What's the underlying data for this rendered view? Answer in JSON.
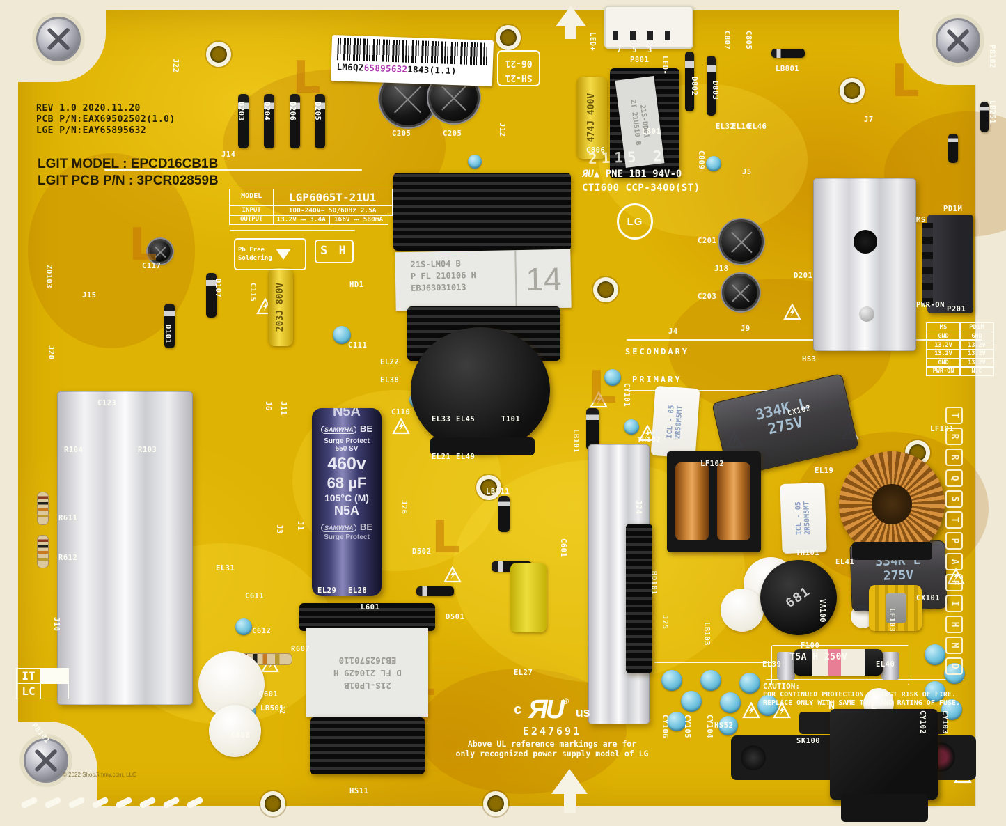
{
  "board": {
    "info_lines": [
      "REV 1.0    2020.11.20",
      "PCB P/N:EAX69502502(1.0)",
      "LGE P/N:EAY65895632"
    ],
    "lgit_lines": [
      "LGIT MODEL : EPCD16CB1B",
      "LGIT PCB P/N : 3PCR02859B"
    ],
    "model_table": {
      "model_key": "MODEL",
      "model": "LGP6065T-21U1",
      "input_key": "INPUT",
      "input": "100-240V~ 50/60Hz 2.5A",
      "output_key": "OUTPUT",
      "output_a": "13.2V ⎓ 3.4A",
      "output_b": "166V ⎓ 580mA"
    },
    "pbfree": {
      "l1": "Pb Free",
      "l2": "Soldering"
    },
    "sh_mark": "S H",
    "barcode": {
      "prefix": "LM6QZ",
      "serial": "65895632",
      "suffix": "1843(1.1)"
    },
    "date_code": {
      "l1": "SH-21",
      "l2": "06-21"
    },
    "stamp": "2115  2",
    "flame_rating": "PNE 1B1 94V-0",
    "cti": "CTI600 CCP-3400(ST)",
    "sections": {
      "secondary": "SECONDARY",
      "primary": "PRIMARY"
    },
    "ul": {
      "c": "c",
      "mark": "ЯU",
      "reg": "®",
      "us": "us",
      "file": "E247691",
      "note1": "Above UL reference markings are for",
      "note2": "only recognized power supply model of LG"
    },
    "caution": [
      "CAUTION:",
      "FOR CONTINUED PROTECTION AGAINST RISK OF FIRE.",
      "REPLACE ONLY WITH SAME TYPE AND RATING OF FUSE."
    ],
    "fuse": {
      "ref": "F100",
      "rating": "T5A H 250V"
    },
    "ac": {
      "n": "N",
      "l": "L"
    },
    "pin_table": {
      "headers": [
        "MS",
        "PD1M"
      ],
      "rows": [
        [
          "GND",
          "GND"
        ],
        [
          "13.2V",
          "13.2V"
        ],
        [
          "13.2V",
          "13.2V"
        ],
        [
          "GND",
          "13.2V"
        ],
        [
          "PWR-ON",
          "N.C"
        ]
      ]
    },
    "itlc": {
      "l1": "IT",
      "l2": "LC"
    },
    "edge_letters": [
      "T",
      "R",
      "R",
      "Q",
      "S",
      "T",
      "P",
      "A",
      "F",
      "I",
      "H",
      "M",
      "D"
    ],
    "watermark": "© 2022 ShopJimmy.com, LLC",
    "main_cap": {
      "top_code": "N5A",
      "brand": "SAMWHA",
      "grade": "BE",
      "l1": "Surge Protect",
      "l2": "550 SV",
      "v": "460v",
      "uf": "68 µF",
      "temp": "105°C (M)",
      "code": "N5A"
    },
    "t101_label": {
      "l1": "21S-LM04 B",
      "l2": "P FL 210106 H",
      "l3": "EBJ63031013",
      "num": "14"
    },
    "l601_label": {
      "l1": "21S-LP01B",
      "l2": "D FL 210429 H",
      "l3": "EBJ62570110"
    },
    "l801_label": {
      "l1": "21S-DD01",
      "l2": "ZT 21U510 B"
    },
    "cx_text": {
      "l1": "334K L",
      "l2": "275V"
    },
    "th_text": {
      "l1": "ICL - 05",
      "l2": "2R50M5MT"
    },
    "c115_text": {
      "l1": "203J",
      "l2": "800V"
    },
    "c806_text": {
      "l1": "474J",
      "l2": "400V"
    },
    "va100": "681",
    "lg": "LG",
    "copper_letter": "L"
  },
  "refdes": [
    [
      "J22",
      258,
      84,
      90
    ],
    [
      "J14",
      318,
      216,
      0
    ],
    [
      "D203",
      352,
      146,
      90
    ],
    [
      "D204",
      389,
      146,
      90
    ],
    [
      "D206",
      426,
      146,
      90
    ],
    [
      "D205",
      462,
      146,
      90
    ],
    [
      "C205",
      563,
      186,
      0
    ],
    [
      "C205",
      636,
      186,
      0
    ],
    [
      "J12",
      727,
      176,
      90
    ],
    [
      "HD1",
      502,
      403,
      0
    ],
    [
      "C117",
      204,
      376,
      0
    ],
    [
      "ZD103",
      76,
      380,
      90
    ],
    [
      "J15",
      118,
      418,
      0
    ],
    [
      "D107",
      319,
      400,
      90
    ],
    [
      "C115",
      369,
      406,
      90
    ],
    [
      "J20",
      79,
      496,
      90
    ],
    [
      "D101",
      247,
      466,
      90
    ],
    [
      "C111",
      500,
      490,
      0
    ],
    [
      "EL22",
      546,
      514,
      0
    ],
    [
      "EL38",
      546,
      540,
      0
    ],
    [
      "C123",
      140,
      573,
      0
    ],
    [
      "J6",
      391,
      576,
      90
    ],
    [
      "J11",
      413,
      576,
      90
    ],
    [
      "R104",
      92,
      640,
      0
    ],
    [
      "R103",
      198,
      640,
      0
    ],
    [
      "C110",
      562,
      586,
      0
    ],
    [
      "EL33",
      620,
      596,
      0
    ],
    [
      "EL45",
      655,
      596,
      0
    ],
    [
      "T101",
      720,
      596,
      0
    ],
    [
      "EL21",
      620,
      650,
      0
    ],
    [
      "EL49",
      655,
      650,
      0
    ],
    [
      "J26",
      586,
      718,
      90
    ],
    [
      "LB111",
      698,
      700,
      0
    ],
    [
      "R611",
      84,
      738,
      0
    ],
    [
      "R612",
      84,
      795,
      0
    ],
    [
      "J3",
      407,
      753,
      90
    ],
    [
      "J1",
      437,
      748,
      90
    ],
    [
      "EL31",
      310,
      810,
      0
    ],
    [
      "C611",
      352,
      850,
      0
    ],
    [
      "EL29",
      456,
      842,
      0
    ],
    [
      "EL28",
      500,
      842,
      0
    ],
    [
      "D502",
      592,
      786,
      0
    ],
    [
      "D501",
      640,
      880,
      0
    ],
    [
      "C601",
      815,
      773,
      90
    ],
    [
      "J10",
      87,
      886,
      90
    ],
    [
      "C612",
      362,
      900,
      0
    ],
    [
      "R607",
      418,
      926,
      0
    ],
    [
      "Q601",
      372,
      991,
      0
    ],
    [
      "LB501",
      374,
      1011,
      0
    ],
    [
      "C608",
      332,
      1050,
      0
    ],
    [
      "L601",
      518,
      866,
      0
    ],
    [
      "J2",
      411,
      1012,
      90
    ],
    [
      "P8101",
      52,
      1036,
      50
    ],
    [
      "HS11",
      502,
      1130,
      0
    ],
    [
      "LED+",
      857,
      46,
      90
    ],
    [
      "P801",
      905,
      80,
      0
    ],
    [
      "7",
      886,
      66,
      0
    ],
    [
      "5",
      908,
      66,
      0
    ],
    [
      "3",
      930,
      66,
      0
    ],
    [
      "LED-",
      961,
      80,
      90
    ],
    [
      "C806",
      842,
      210,
      0
    ],
    [
      "L801",
      922,
      183,
      0
    ],
    [
      "D802",
      1003,
      110,
      90
    ],
    [
      "D803",
      1033,
      116,
      90
    ],
    [
      "C807",
      1050,
      44,
      90
    ],
    [
      "C805",
      1081,
      44,
      90
    ],
    [
      "LB801",
      1114,
      93,
      0
    ],
    [
      "EL32",
      1028,
      176,
      0
    ],
    [
      "EL16",
      1051,
      176,
      0
    ],
    [
      "EL46",
      1074,
      176,
      0
    ],
    [
      "C809",
      1013,
      216,
      90
    ],
    [
      "J7",
      1241,
      166,
      0
    ],
    [
      "LB251",
      1431,
      144,
      90
    ],
    [
      "J5",
      1066,
      241,
      0
    ],
    [
      "C201",
      1002,
      340,
      0
    ],
    [
      "J18",
      1026,
      380,
      0
    ],
    [
      "C203",
      1002,
      420,
      0
    ],
    [
      "D201",
      1140,
      390,
      0
    ],
    [
      "J9",
      1064,
      466,
      0
    ],
    [
      "J4",
      960,
      470,
      0
    ],
    [
      "HS3",
      1152,
      510,
      0
    ],
    [
      "MS",
      1316,
      310,
      0
    ],
    [
      "PD1M",
      1355,
      294,
      0
    ],
    [
      "PWR-ON",
      1316,
      432,
      0
    ],
    [
      "P201",
      1360,
      438,
      0
    ],
    [
      "P8102",
      1431,
      64,
      90
    ],
    [
      "CY101",
      906,
      550,
      90
    ],
    [
      "TH102",
      915,
      626,
      0
    ],
    [
      "LB101",
      833,
      616,
      90
    ],
    [
      "LF102",
      1006,
      660,
      0
    ],
    [
      "CX102",
      1130,
      588,
      -14
    ],
    [
      "EL19",
      1170,
      670,
      0
    ],
    [
      "LF101",
      1336,
      610,
      0
    ],
    [
      "TH101",
      1143,
      788,
      0
    ],
    [
      "EL41",
      1200,
      801,
      0
    ],
    [
      "CX101",
      1316,
      853,
      0
    ],
    [
      "LF103",
      1287,
      873,
      90
    ],
    [
      "VA100",
      1187,
      860,
      90
    ],
    [
      "F100",
      1150,
      921,
      0
    ],
    [
      "EL39",
      1095,
      948,
      0
    ],
    [
      "EL40",
      1258,
      948,
      0
    ],
    [
      "LB103",
      1021,
      893,
      90
    ],
    [
      "J24",
      923,
      718,
      90
    ],
    [
      "J25",
      961,
      883,
      90
    ],
    [
      "BD101",
      945,
      820,
      90
    ],
    [
      "EL27",
      738,
      960,
      0
    ],
    [
      "HS52",
      1026,
      1036,
      0
    ],
    [
      "SK100",
      1144,
      1058,
      0
    ],
    [
      "CY106",
      961,
      1026,
      90
    ],
    [
      "CY105",
      993,
      1026,
      90
    ],
    [
      "CY104",
      1025,
      1026,
      90
    ],
    [
      "CY102",
      1331,
      1020,
      90
    ],
    [
      "CY103",
      1363,
      1020,
      90
    ]
  ]
}
